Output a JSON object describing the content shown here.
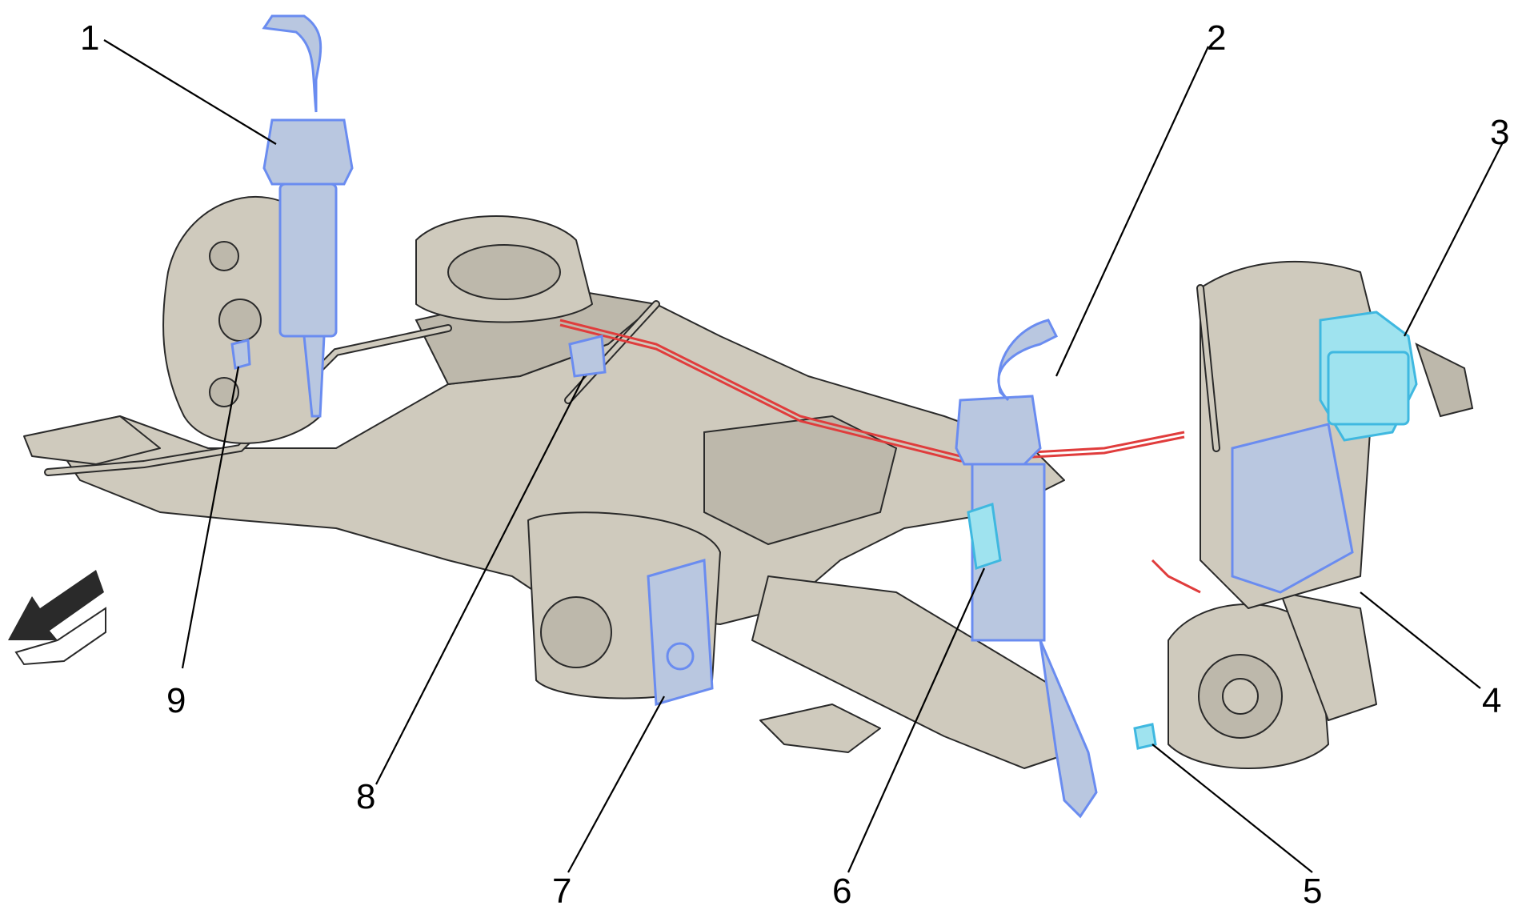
{
  "diagram": {
    "callouts": [
      {
        "label": "1"
      },
      {
        "label": "2"
      },
      {
        "label": "3"
      },
      {
        "label": "4"
      },
      {
        "label": "5"
      },
      {
        "label": "6"
      },
      {
        "label": "7"
      },
      {
        "label": "8"
      },
      {
        "label": "9"
      }
    ],
    "colors": {
      "component": "#cfcabd",
      "highlight_blue": "#6a8cf0",
      "highlight_cyan": "#3fb8e0",
      "air_line_red": "#e03c3c"
    },
    "icons": [
      "direction-arrow-icon"
    ]
  }
}
